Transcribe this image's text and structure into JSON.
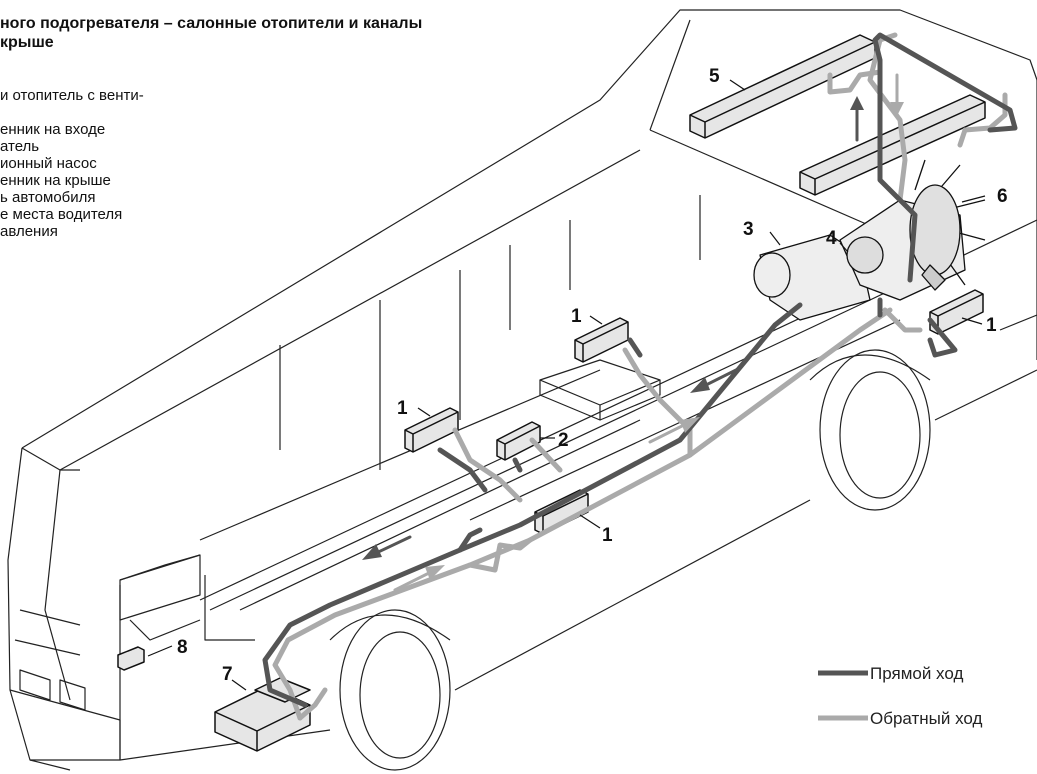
{
  "heading": {
    "line1": "ного подогревателя – салонные отопители и каналы",
    "line2": "крыше"
  },
  "legend_items": [
    "и отопитель с венти-",
    "енник на входе",
    "атель",
    "ионный насос",
    "енник на крыше",
    "ь автомобиля",
    "е места водителя",
    "авления"
  ],
  "callouts": {
    "c1a": "1",
    "c1b": "1",
    "c1c": "1",
    "c1d": "1",
    "c2": "2",
    "c3": "3",
    "c4": "4",
    "c5": "5",
    "c6": "6",
    "c7": "7",
    "c8": "8"
  },
  "key": {
    "forward_label": "Прямой ход",
    "forward_color": "#555555",
    "return_label": "Обратный ход",
    "return_color": "#aaaaaa"
  }
}
